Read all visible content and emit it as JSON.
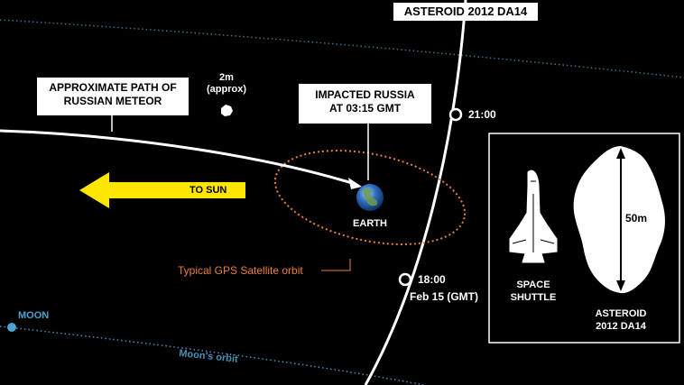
{
  "colors": {
    "background": "#000000",
    "path": "#ffffff",
    "sun_arrow": "#ffe600",
    "gps_orbit": "#e8803a",
    "moon_orbit": "#4a90b8",
    "moon": "#4aa3d0"
  },
  "labels": {
    "asteroid_title": "ASTEROID 2012 DA14",
    "meteor_path_line1": "APPROXIMATE PATH OF",
    "meteor_path_line2": "RUSSIAN METEOR",
    "meteor_size_line1": "2m",
    "meteor_size_line2": "(approx)",
    "impact_line1": "IMPACTED RUSSIA",
    "impact_line2": "AT 03:15 GMT",
    "to_sun": "TO SUN",
    "earth": "EARTH",
    "gps_orbit": "Typical GPS Satellite orbit",
    "time_2100": "21:00",
    "time_1800": "18:00",
    "date": "Feb 15 (GMT)",
    "moon": "MOON",
    "moon_orbit": "Moon's orbit"
  },
  "size_panel": {
    "shuttle_line1": "SPACE",
    "shuttle_line2": "SHUTTLE",
    "asteroid_line1": "ASTEROID",
    "asteroid_line2": "2012 DA14",
    "measure": "50m"
  },
  "icons": [
    "earth-icon",
    "space-shuttle-icon",
    "meteor-rock-icon",
    "moon-icon"
  ]
}
